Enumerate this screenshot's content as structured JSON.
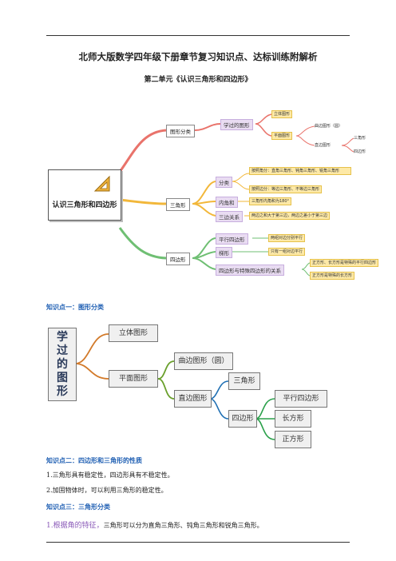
{
  "doc": {
    "main_title": "北师大版数学四年级下册章节复习知识点、达标训练附解析",
    "subtitle": "第二单元《认识三角形和四边形》"
  },
  "mindmap": {
    "center": "认识三角形和四边形",
    "branch1": {
      "label": "图形分类",
      "sub": "学过的图形",
      "solid": "立体图形",
      "plane": "平面图形",
      "curved": "曲边图形（圆）",
      "straight": "直边图形",
      "tri": "三角形",
      "quad": "四边形"
    },
    "branch2": {
      "label": "三角形",
      "classify": "分类",
      "by_angle": "按照角分：直角三角形、钝角三角形、锐角三角形",
      "by_side": "按照边分：等边三角形、不等边三角形",
      "angle_sum": "内角和",
      "angle_sum_val": "三角形内角和为180°",
      "side_rel": "三边关系",
      "side_rel_val": "两边之和大于第三边，两边之差小于第三边"
    },
    "branch3": {
      "label": "四边形",
      "para": "平行四边形",
      "para_val": "两组对边分别平行",
      "trap": "梯形",
      "trap_val": "只有一组对边平行",
      "rel": "四边形与特殊四边形的关系",
      "rel_val1": "正方形、长方形是特殊的平行四边形",
      "rel_val2": "正方形是特殊的长方形"
    }
  },
  "section1": {
    "heading": "知识点一：图形分类",
    "root": "学过的图形",
    "solid": "立体图形",
    "plane": "平面图形",
    "curved": "曲边图形（圆）",
    "straight": "直边图形",
    "tri": "三角形",
    "quad": "四边形",
    "para": "平行四边形",
    "rect": "长方形",
    "square": "正方形"
  },
  "section2": {
    "heading": "知识点二：四边形和三角形的性质",
    "line1": "1.三角形具有稳定性，四边形具有不稳定性。",
    "line2": "2.加固物体时，可以利用三角形的稳定性。"
  },
  "section3": {
    "heading": "知识点三：三角形分类",
    "line1_prefix": "1.根据角的特征，",
    "line1_rest": "三角形可以分为直角三角形、钝角三角形和锐角三角形。"
  },
  "colors": {
    "branch1": "#e9736b",
    "branch2": "#f2b73a",
    "branch3": "#6fbf73",
    "heading": "#1f5fb3",
    "tree_line": "#d27a2a"
  }
}
